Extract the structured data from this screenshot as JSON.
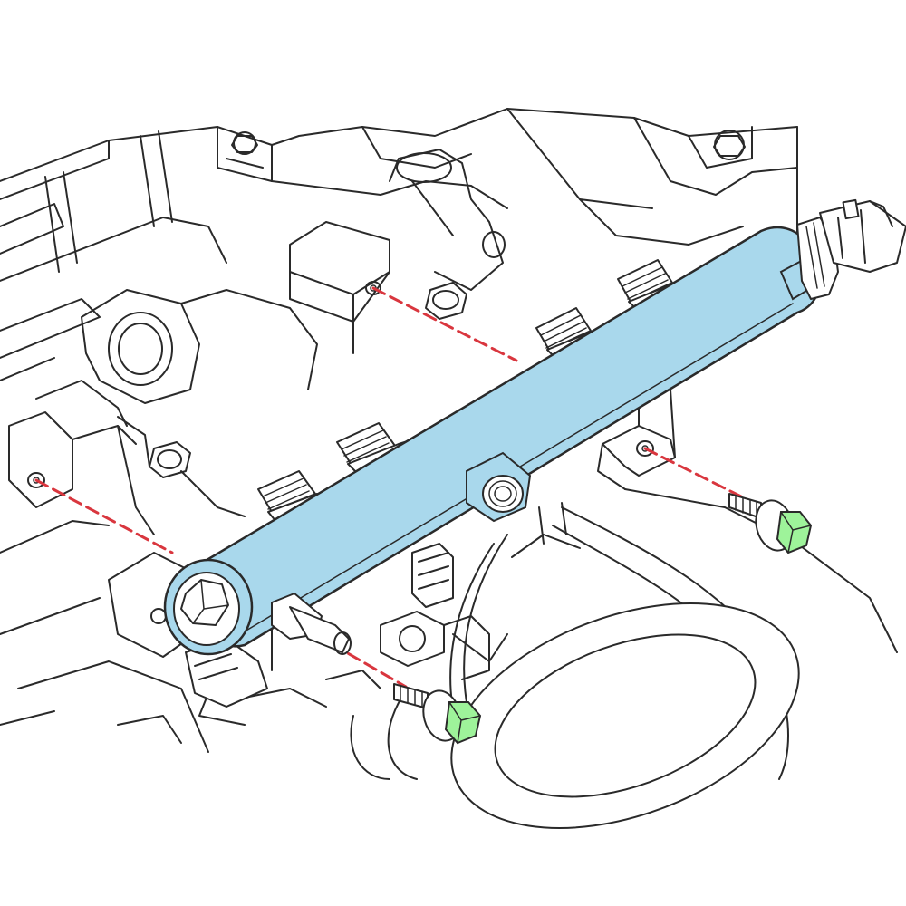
{
  "diagram": {
    "subject": "fuel-rail-removal",
    "colors": {
      "fuel_rail": "#a9d8ec",
      "bolt_head": "#9ef39a",
      "direction_line": "#d9363e",
      "outline": "#2a2a2a",
      "background": "#ffffff"
    },
    "parts": [
      {
        "name": "engine-cylinder-head",
        "icon": "engine-block-icon"
      },
      {
        "name": "fuel-rail",
        "icon": "fuel-rail-icon"
      },
      {
        "name": "fuel-injector-connectors",
        "count": 4
      },
      {
        "name": "fuel-pressure-sensor",
        "icon": "sensor-icon"
      },
      {
        "name": "rail-end-plug",
        "icon": "hex-plug-icon"
      },
      {
        "name": "mounting-bolts",
        "count": 2,
        "icon": "bolt-icon"
      }
    ],
    "mounting_points": 4,
    "removal_lines": 4
  }
}
